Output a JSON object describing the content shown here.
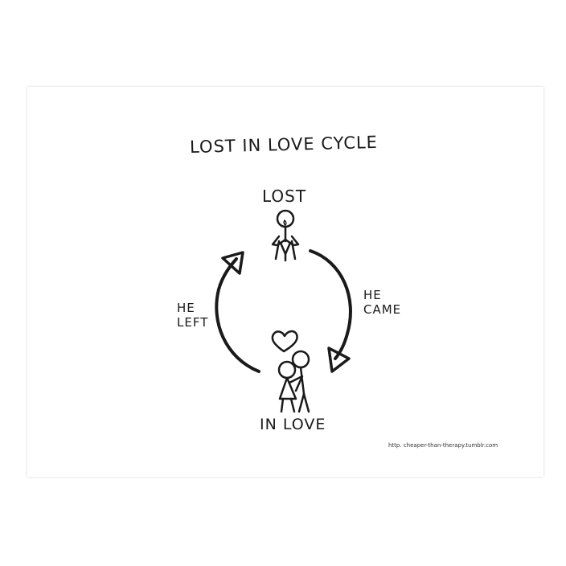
{
  "diagram": {
    "title": "LOST IN LOVE CYCLE",
    "nodes": {
      "top": "LOST",
      "bottom": "IN LOVE"
    },
    "edges": {
      "right_line1": "HE",
      "right_line2": "CAME",
      "left_line1": "HE",
      "left_line2": "LEFT"
    },
    "footer_url": "http. cheaper-than-therapy.tumblr.com"
  },
  "colors": {
    "ink": "#1a1a1a",
    "background": "#ffffff"
  },
  "icons": [
    "stick-figure-sad",
    "heart-icon",
    "couple-hugging-icon",
    "arrow-head-icon"
  ]
}
